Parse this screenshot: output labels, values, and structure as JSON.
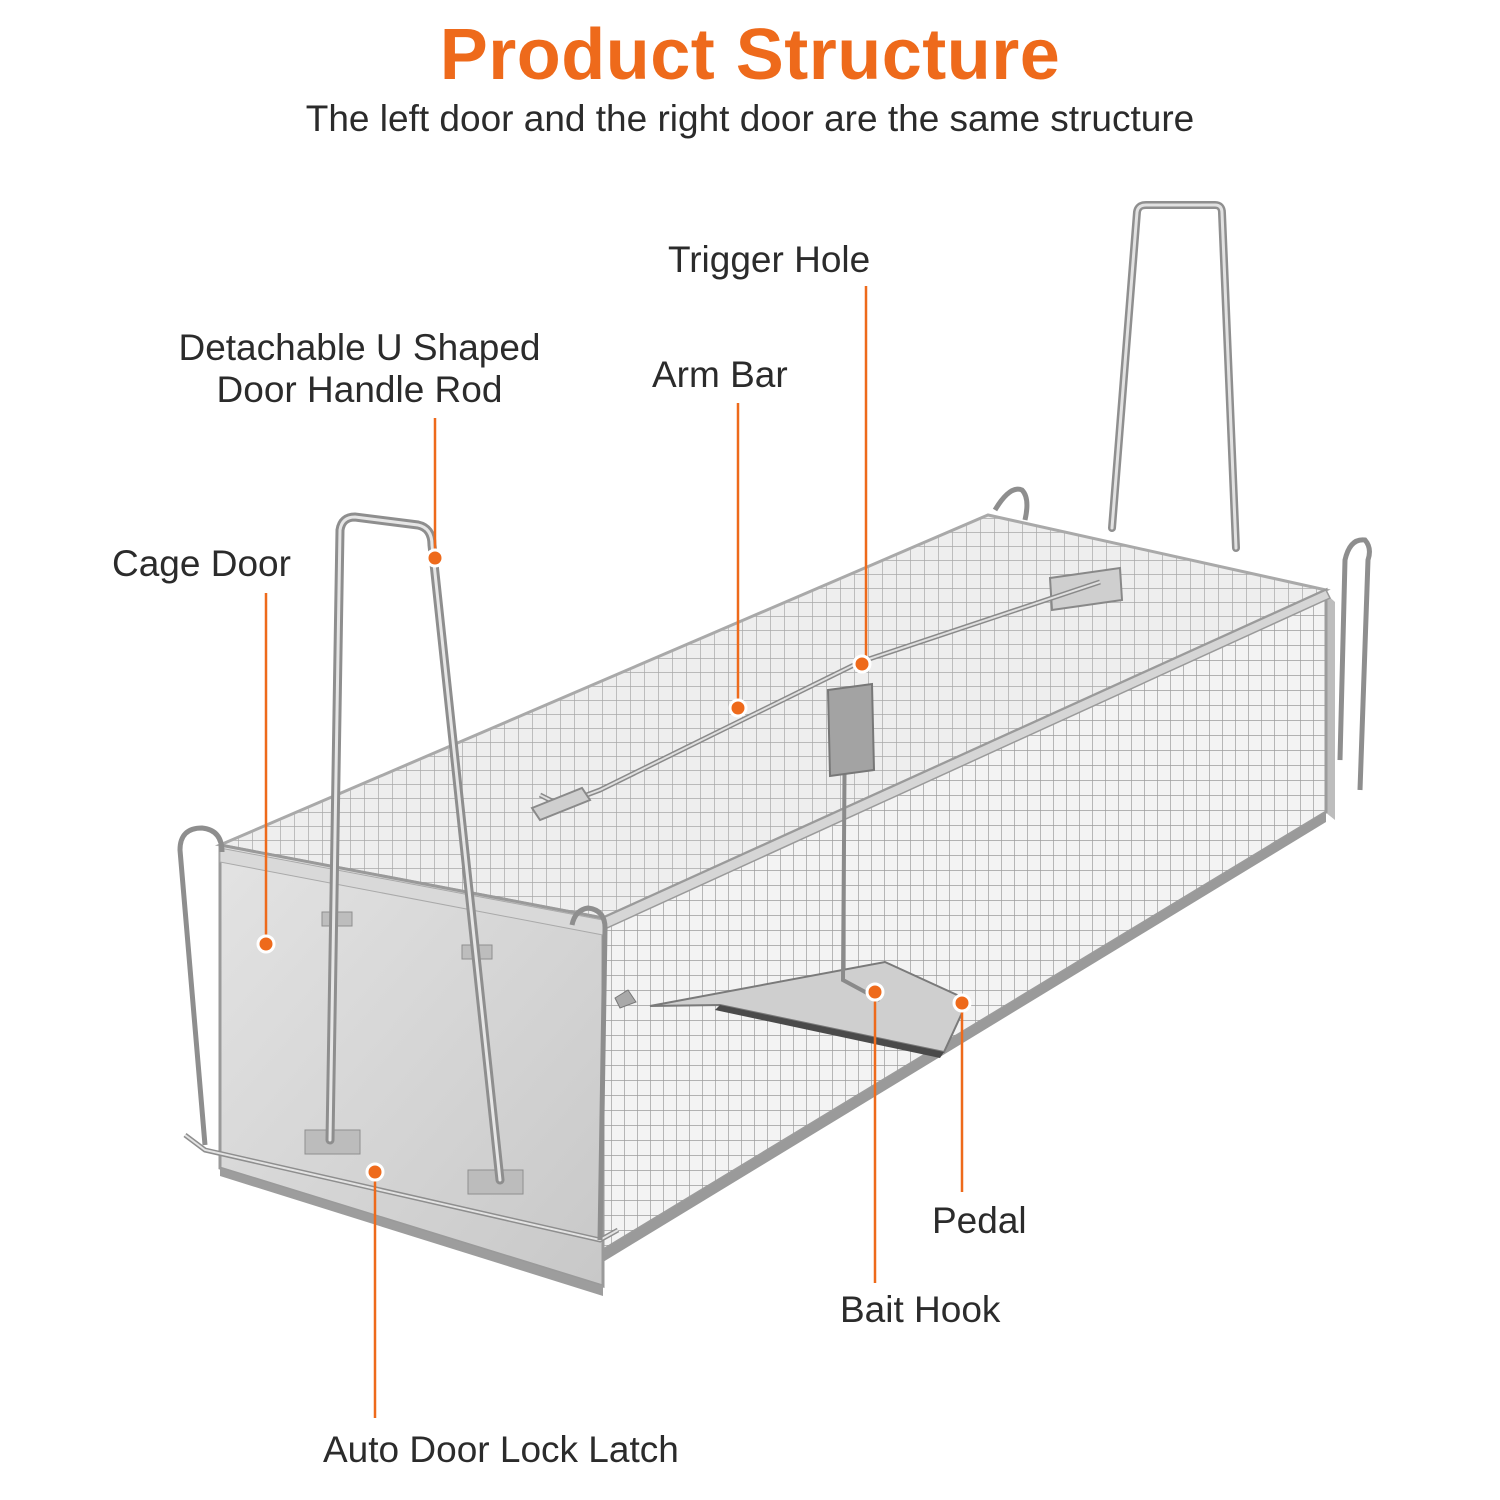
{
  "header": {
    "title": "Product Structure",
    "subtitle": "The left door and the right door are the same structure"
  },
  "labels": {
    "trigger_hole": "Trigger Hole",
    "door_handle_line1": "Detachable U Shaped",
    "door_handle_line2": "Door Handle Rod",
    "arm_bar": "Arm Bar",
    "cage_door": "Cage Door",
    "pedal": "Pedal",
    "bait_hook": "Bait Hook",
    "auto_door_lock_latch": "Auto Door Lock Latch"
  },
  "colors": {
    "accent": "#ee6a1b",
    "text": "#2b2b2b",
    "metal": "#c9c9c9",
    "metal_dark": "#8e8e8e"
  }
}
